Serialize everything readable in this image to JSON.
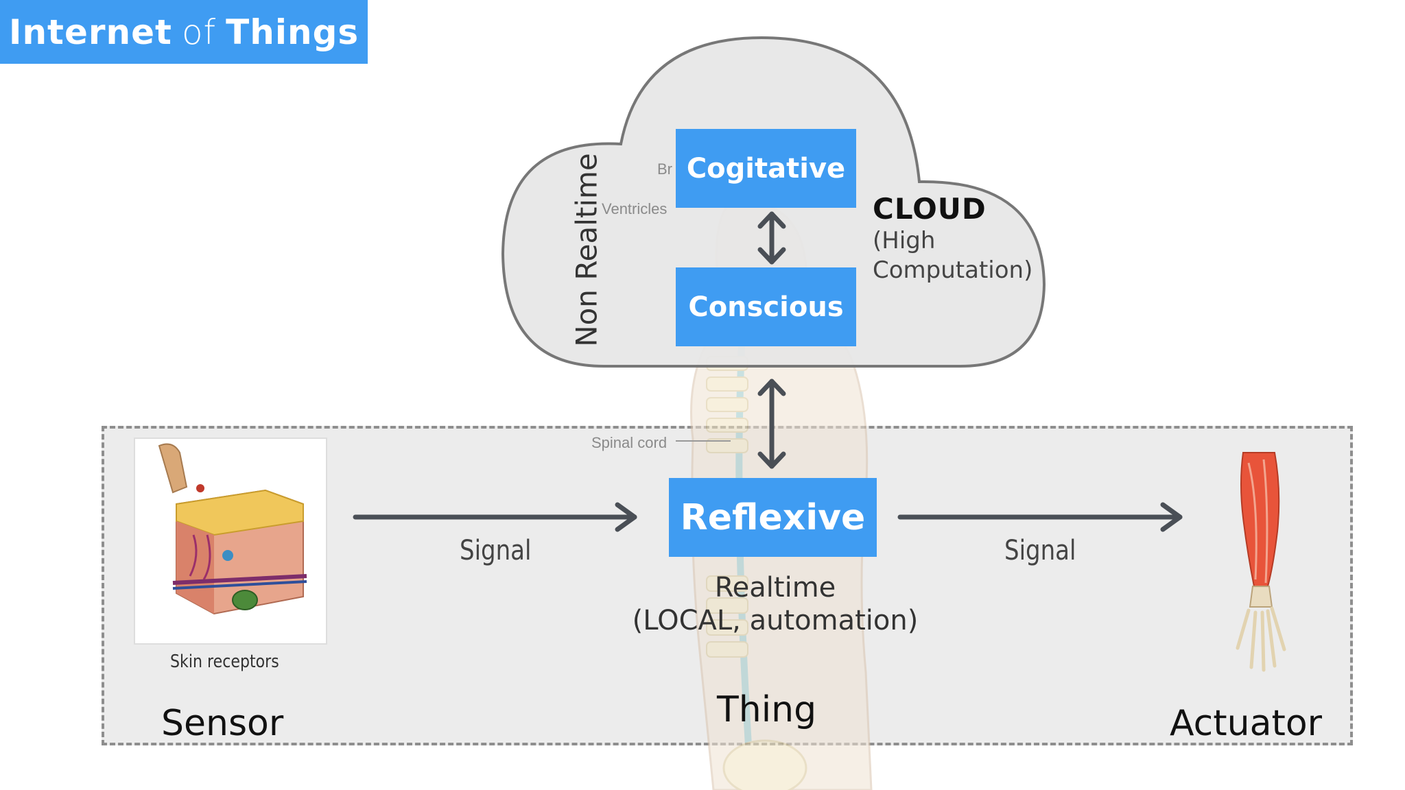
{
  "header": {
    "title_part1": "Internet",
    "title_part2": "of",
    "title_part3": "Things"
  },
  "cloud": {
    "label": "CLOUD",
    "sub_line1": "(High",
    "sub_line2": "Computation)",
    "side_label": "Non Realtime"
  },
  "boxes": {
    "cogitative": "Cogitative",
    "conscious": "Conscious",
    "reflexive": "Reflexive"
  },
  "realtime": {
    "line1": "Realtime",
    "line2": "(LOCAL, automation)"
  },
  "signals": {
    "left": "Signal",
    "right": "Signal"
  },
  "roles": {
    "sensor": "Sensor",
    "thing": "Thing",
    "actuator": "Actuator"
  },
  "anatomy": {
    "skin_caption": "Skin receptors",
    "ventricles": "Ventricles",
    "brain_partial": "Br",
    "spinal_cord": "Spinal cord"
  },
  "colors": {
    "accent_blue": "#3f9cf2",
    "cloud_fill": "#e6e6e6",
    "region_fill": "#ececec",
    "arrow": "#4a4f56"
  }
}
